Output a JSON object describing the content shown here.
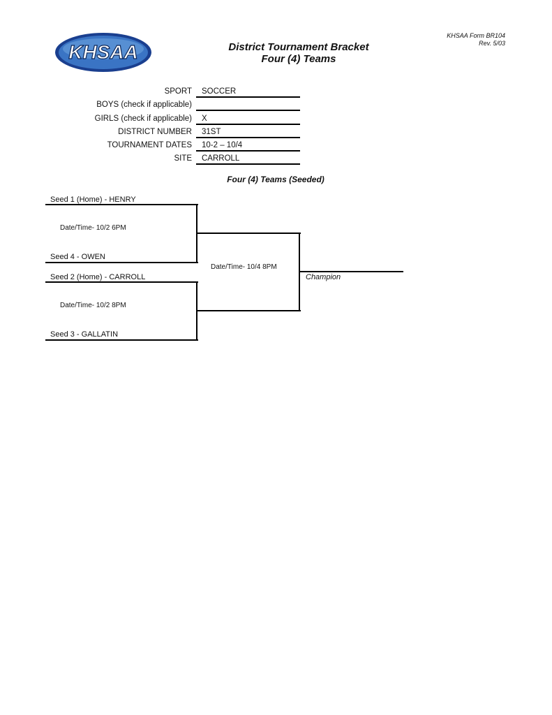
{
  "header": {
    "logo_text": "KHSAA",
    "form_number": "KHSAA Form  BR104",
    "revision": "Rev. 5/03",
    "title_line1": "District Tournament Bracket",
    "title_line2": "Four (4) Teams"
  },
  "info": {
    "sport_label": "SPORT",
    "sport_value": "SOCCER",
    "boys_label": "BOYS (check if applicable)",
    "boys_value": "",
    "girls_label": "GIRLS (check if applicable)",
    "girls_value": "X",
    "district_label": "DISTRICT NUMBER",
    "district_value": "31ST",
    "dates_label": "TOURNAMENT DATES",
    "dates_value": "10-2 – 10/4",
    "site_label": "SITE",
    "site_value": "CARROLL"
  },
  "bracket": {
    "subtitle": "Four (4) Teams (Seeded)",
    "seed1": "Seed 1 (Home) - HENRY",
    "seed4": "Seed 4 - OWEN",
    "game1_datetime": "Date/Time- 10/2  6PM",
    "seed2": "Seed 2 (Home) - CARROLL",
    "seed3": "Seed 3 - GALLATIN",
    "game2_datetime": "Date/Time- 10/2  8PM",
    "final_datetime": "Date/Time- 10/4  8PM",
    "champion_label": "Champion"
  }
}
